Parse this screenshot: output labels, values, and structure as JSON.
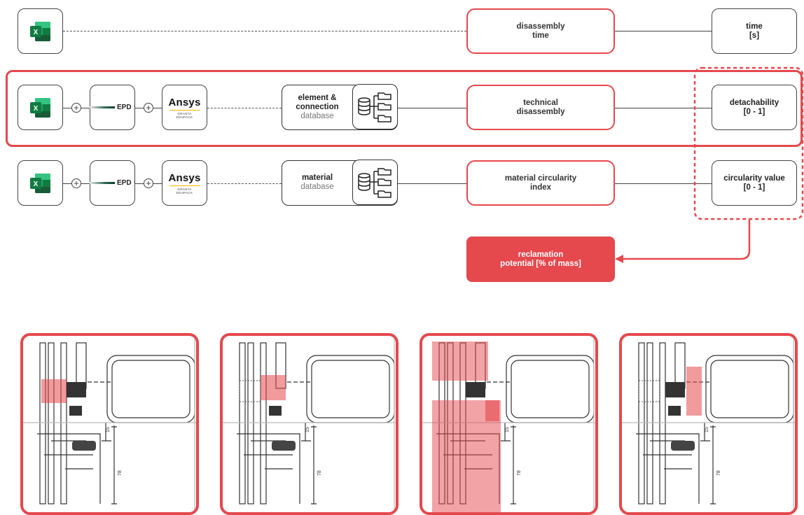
{
  "rows": {
    "time_row": {
      "process": "disassembly\ntime",
      "output": "time\n[s]"
    },
    "tech_row": {
      "db_title": "element &\nconnection",
      "db_sub": "database",
      "process": "technical\ndisassembly",
      "output": "detachability\n[0 - 1]"
    },
    "material_row": {
      "db_title": "material",
      "db_sub": "database",
      "process": "material circularity\nindex",
      "output": "circularity value\n[0 - 1]"
    }
  },
  "logos": {
    "excel_letter": "X",
    "epd_text": "EPD",
    "epd_mark": "°",
    "ansys_title": "Ansys",
    "ansys_sub1": "GRANTA",
    "ansys_sub2": "EDUPACK",
    "plus": "+"
  },
  "result": {
    "label": "reclamation\npotential [% of mass]"
  },
  "drawing": {
    "dim_15": "15",
    "dim_78": "78"
  },
  "colors": {
    "accent": "#e5484d",
    "excel_green": "#1f7a45",
    "highlight": "rgba(229,72,77,0.55)"
  }
}
